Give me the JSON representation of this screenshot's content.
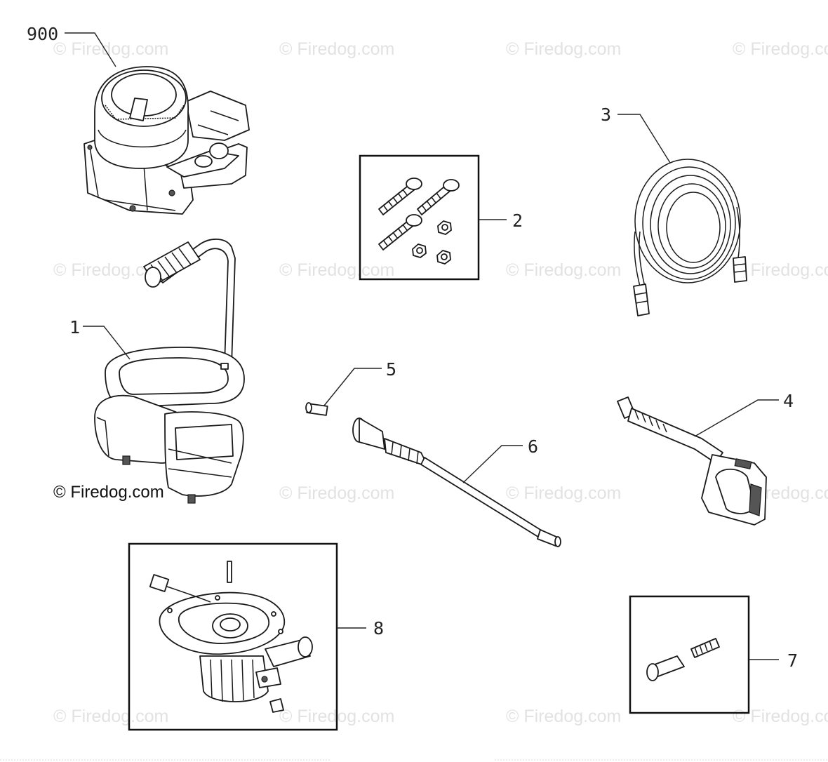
{
  "callouts": {
    "c900": "900",
    "c1": "1",
    "c2": "2",
    "c3": "3",
    "c4": "4",
    "c5": "5",
    "c6": "6",
    "c7": "7",
    "c8": "8"
  },
  "watermark": {
    "main": "© Firedog.com",
    "faint": "© Firedog.com"
  }
}
